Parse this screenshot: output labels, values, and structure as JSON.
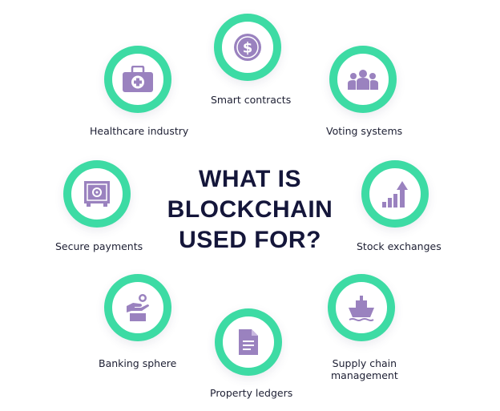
{
  "title": {
    "line1": "WHAT IS",
    "line2": "BLOCKCHAIN",
    "line3": "USED FOR?"
  },
  "colors": {
    "ring": "#3ddba4",
    "icon": "#9a82bf",
    "title": "#14163a"
  },
  "items": [
    {
      "label": "Smart contracts",
      "icon": "dollar-coin-icon"
    },
    {
      "label": "Voting systems",
      "icon": "people-group-icon"
    },
    {
      "label": "Stock exchanges",
      "icon": "rising-chart-icon"
    },
    {
      "label_line1": "Supply chain",
      "label_line2": "management",
      "icon": "ship-icon"
    },
    {
      "label": "Property ledgers",
      "icon": "document-icon"
    },
    {
      "label": "Banking sphere",
      "icon": "hand-coin-icon"
    },
    {
      "label": "Secure payments",
      "icon": "safe-icon"
    },
    {
      "label": "Healthcare industry",
      "icon": "medical-kit-icon"
    }
  ]
}
